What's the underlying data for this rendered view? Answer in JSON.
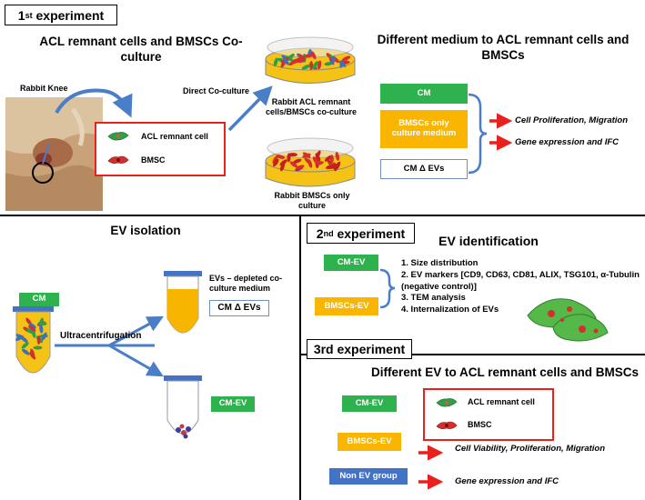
{
  "exp1": {
    "number": "1",
    "suffix": "st",
    "word": " experiment",
    "left_title": "ACL remnant cells and BMSCs Co-culture",
    "right_title": "Different medium to ACL remnant cells and BMSCs",
    "knee_label": "Rabbit Knee",
    "legend_acl": "ACL remnant cell",
    "legend_bmsc": "BMSC",
    "direct_label": "Direct Co-culture",
    "coculture_label": "Rabbit ACL remnant cells/BMSCs co-culture",
    "bmsc_only_label": "Rabbit BMSCs only culture",
    "cm_box": "CM",
    "bmsc_medium_box": "BMSCs only culture medium",
    "cm_delta_box": "CM Δ EVs",
    "result1": "Cell Proliferation, Migration",
    "result2": "Gene expression and IFC"
  },
  "ev_isolation": {
    "title": "EV isolation",
    "cm_box": "CM",
    "ultra_label": "Ultracentrifugation",
    "depleted_label": "EVs – depleted co-culture medium",
    "cm_delta_box": "CM Δ EVs",
    "cm_ev_box": "CM-EV"
  },
  "exp2": {
    "number": "2",
    "suffix": "nd",
    "word": " experiment",
    "title": "EV identification",
    "cm_ev_box": "CM-EV",
    "bmscs_ev_box": "BMSCs-EV",
    "list": [
      "1. Size distribution",
      "2. EV markers [CD9, CD63, CD81, ALIX, TSG101, α-Tubulin (negative control)]",
      "3. TEM analysis",
      "4. Internalization of EVs"
    ]
  },
  "exp3": {
    "label": "3rd experiment",
    "title": "Different EV to ACL remnant cells and BMSCs",
    "cm_ev_box": "CM-EV",
    "bmscs_ev_box": "BMSCs-EV",
    "non_ev_box": "Non EV group",
    "legend_acl": "ACL remnant cell",
    "legend_bmsc": "BMSC",
    "result1": "Cell Viability, Proliferation, Migration",
    "result2": "Gene expression and IFC"
  },
  "colors": {
    "green": "#2eb24e",
    "orange": "#f9b500",
    "blue": "#4472c4",
    "red": "#e8211d",
    "arrow_blue": "#4a7ec7",
    "cell_green": "#2e9e48",
    "cell_red": "#d42f2f"
  }
}
